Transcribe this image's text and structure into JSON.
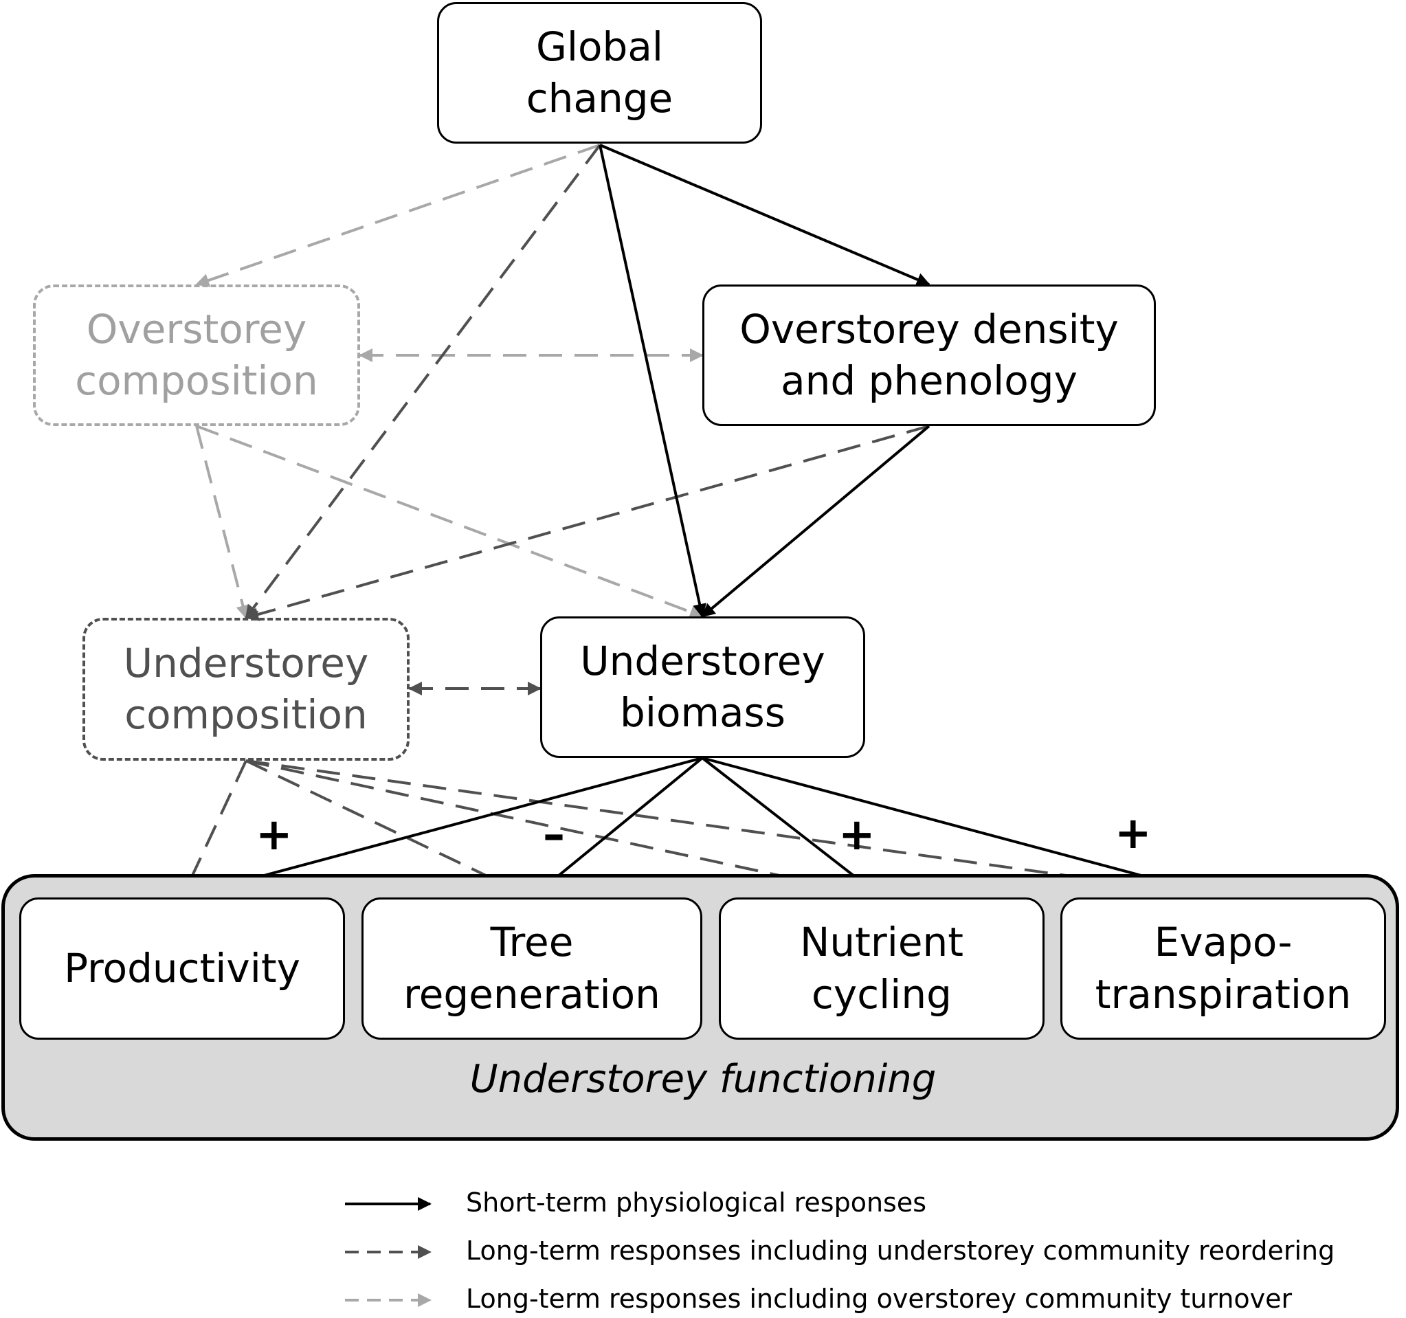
{
  "nodes": {
    "global_change": [
      "Global",
      "change"
    ],
    "overstorey_composition": [
      "Overstorey",
      "composition"
    ],
    "overstorey_density": [
      "Overstorey density",
      "and phenology"
    ],
    "understorey_composition": [
      "Understorey",
      "composition"
    ],
    "understorey_biomass": [
      "Understorey",
      "biomass"
    ],
    "productivity": [
      "Productivity"
    ],
    "tree_regeneration": [
      "Tree",
      "regeneration"
    ],
    "nutrient_cycling": [
      "Nutrient",
      "cycling"
    ],
    "evapotranspiration": [
      "Evapo-",
      "transpiration"
    ]
  },
  "functioning_label": "Understorey functioning",
  "signs": {
    "productivity": "+",
    "tree_regeneration": "–",
    "nutrient_cycling": "+",
    "evapotranspiration": "+"
  },
  "legend": [
    {
      "style": "solid",
      "color": "#000000",
      "label": "Short-term physiological responses"
    },
    {
      "style": "dashed",
      "color": "#505050",
      "label": "Long-term responses including understorey community reordering"
    },
    {
      "style": "dashed",
      "color": "#a8a8a8",
      "label": "Long-term responses including overstorey community turnover"
    }
  ],
  "edges": [
    {
      "from": "global_change",
      "to": "overstorey_density",
      "style": "solid"
    },
    {
      "from": "global_change",
      "to": "understorey_biomass",
      "style": "solid"
    },
    {
      "from": "overstorey_density",
      "to": "understorey_biomass",
      "style": "solid"
    },
    {
      "from": "understorey_biomass",
      "to": "productivity",
      "style": "solid"
    },
    {
      "from": "understorey_biomass",
      "to": "tree_regeneration",
      "style": "solid"
    },
    {
      "from": "understorey_biomass",
      "to": "nutrient_cycling",
      "style": "solid"
    },
    {
      "from": "understorey_biomass",
      "to": "evapotranspiration",
      "style": "solid"
    },
    {
      "from": "global_change",
      "to": "understorey_composition",
      "style": "dashed-dark"
    },
    {
      "from": "overstorey_density",
      "to": "understorey_composition",
      "style": "dashed-dark"
    },
    {
      "from": "understorey_composition",
      "to": "understorey_biomass",
      "style": "dashed-dark",
      "bidirectional": true
    },
    {
      "from": "understorey_composition",
      "to": "productivity",
      "style": "dashed-dark"
    },
    {
      "from": "understorey_composition",
      "to": "tree_regeneration",
      "style": "dashed-dark"
    },
    {
      "from": "understorey_composition",
      "to": "nutrient_cycling",
      "style": "dashed-dark"
    },
    {
      "from": "understorey_composition",
      "to": "evapotranspiration",
      "style": "dashed-dark"
    },
    {
      "from": "global_change",
      "to": "overstorey_composition",
      "style": "dashed-light"
    },
    {
      "from": "overstorey_composition",
      "to": "overstorey_density",
      "style": "dashed-light",
      "bidirectional": true
    },
    {
      "from": "overstorey_composition",
      "to": "understorey_composition",
      "style": "dashed-light"
    },
    {
      "from": "overstorey_composition",
      "to": "understorey_biomass",
      "style": "dashed-light"
    }
  ]
}
